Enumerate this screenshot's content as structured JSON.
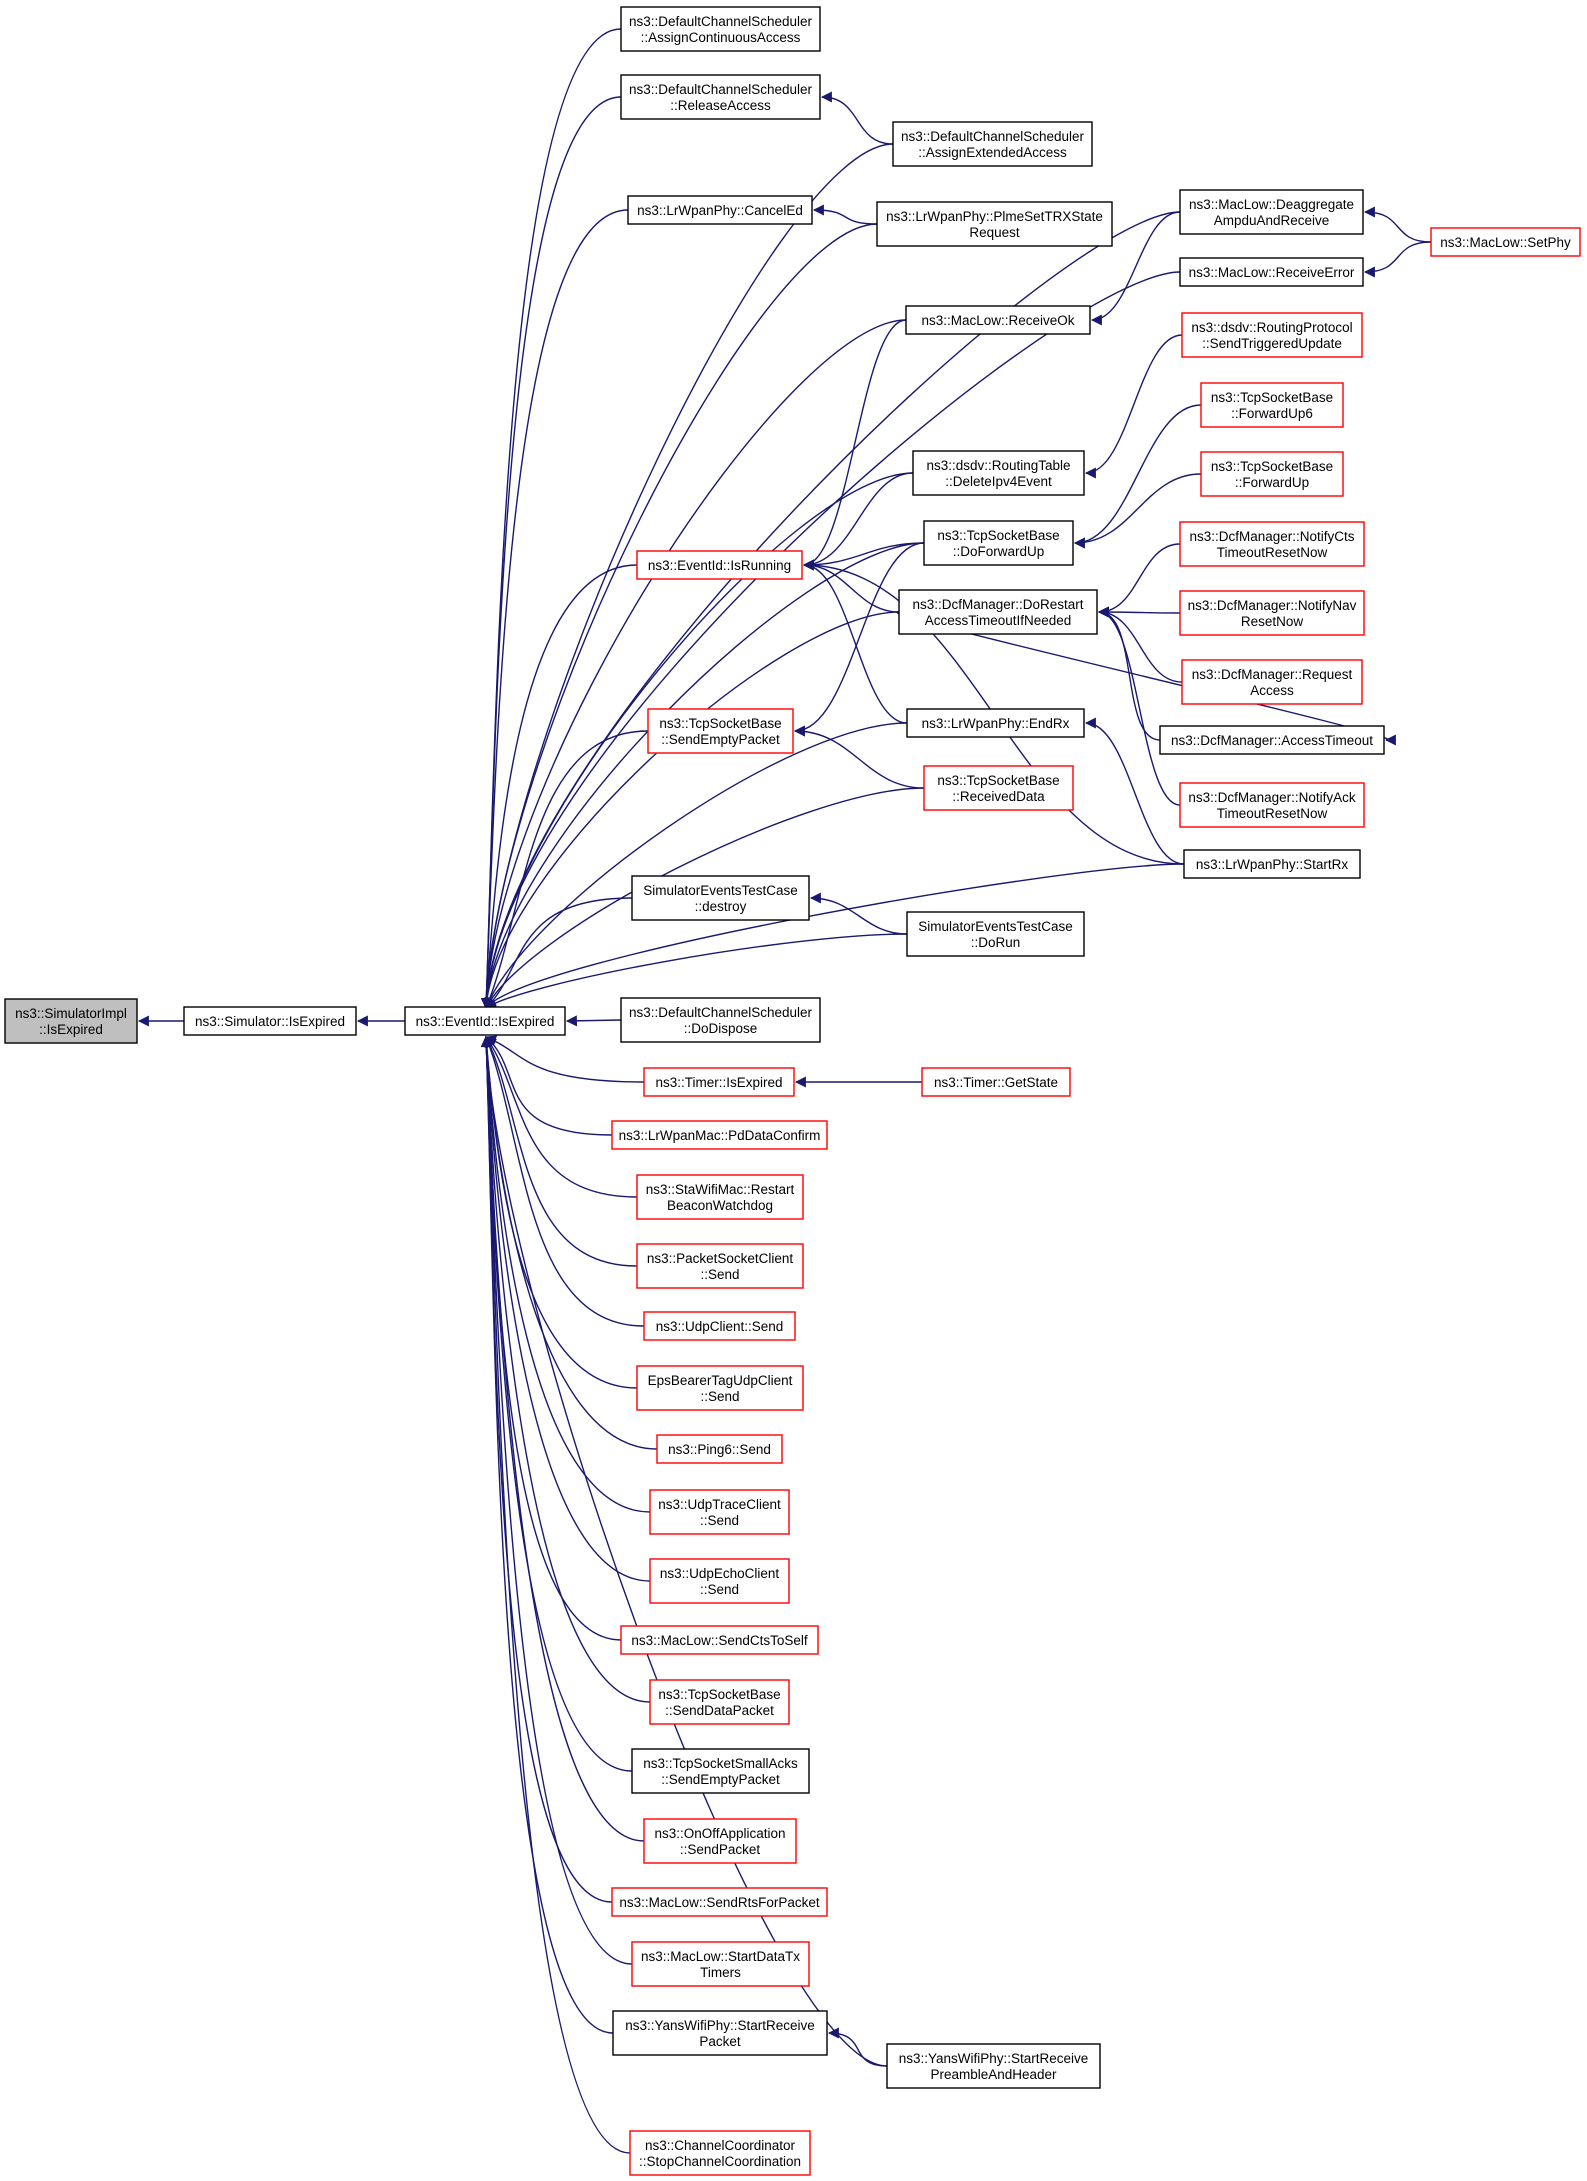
{
  "colors": {
    "edge": "#191970",
    "border_default": "#000000",
    "border_truncated": "#ff0000",
    "root_fill": "#bfbfbf",
    "node_fill": "#ffffff"
  },
  "nodes": [
    {
      "id": "root",
      "lines": [
        "ns3::SimulatorImpl",
        "::IsExpired"
      ],
      "style": "root"
    },
    {
      "id": "sim",
      "lines": [
        "ns3::Simulator::IsExpired"
      ],
      "style": "normal"
    },
    {
      "id": "ev",
      "lines": [
        "ns3::EventId::IsExpired"
      ],
      "style": "normal"
    },
    {
      "id": "dcs_aca",
      "lines": [
        "ns3::DefaultChannelScheduler",
        "::AssignContinuousAccess"
      ],
      "style": "normal"
    },
    {
      "id": "dcs_ra",
      "lines": [
        "ns3::DefaultChannelScheduler",
        "::ReleaseAccess"
      ],
      "style": "normal"
    },
    {
      "id": "dcs_aea",
      "lines": [
        "ns3::DefaultChannelScheduler",
        "::AssignExtendedAccess"
      ],
      "style": "normal"
    },
    {
      "id": "lr_ced",
      "lines": [
        "ns3::LrWpanPhy::CancelEd"
      ],
      "style": "normal"
    },
    {
      "id": "lr_plme",
      "lines": [
        "ns3::LrWpanPhy::PlmeSetTRXState",
        "Request"
      ],
      "style": "normal"
    },
    {
      "id": "ml_dagg",
      "lines": [
        "ns3::MacLow::Deaggregate",
        "AmpduAndReceive"
      ],
      "style": "normal"
    },
    {
      "id": "ml_setphy",
      "lines": [
        "ns3::MacLow::SetPhy"
      ],
      "style": "trunc"
    },
    {
      "id": "ml_rerr",
      "lines": [
        "ns3::MacLow::ReceiveError"
      ],
      "style": "normal"
    },
    {
      "id": "dsdv_stu",
      "lines": [
        "ns3::dsdv::RoutingProtocol",
        "::SendTriggeredUpdate"
      ],
      "style": "trunc"
    },
    {
      "id": "ml_rok",
      "lines": [
        "ns3::MacLow::ReceiveOk"
      ],
      "style": "normal"
    },
    {
      "id": "tcp_fu6",
      "lines": [
        "ns3::TcpSocketBase",
        "::ForwardUp6"
      ],
      "style": "trunc"
    },
    {
      "id": "dsdv_del",
      "lines": [
        "ns3::dsdv::RoutingTable",
        "::DeleteIpv4Event"
      ],
      "style": "normal"
    },
    {
      "id": "tcp_fu",
      "lines": [
        "ns3::TcpSocketBase",
        "::ForwardUp"
      ],
      "style": "trunc"
    },
    {
      "id": "tcp_dfu",
      "lines": [
        "ns3::TcpSocketBase",
        "::DoForwardUp"
      ],
      "style": "normal"
    },
    {
      "id": "dcf_ncts",
      "lines": [
        "ns3::DcfManager::NotifyCts",
        "TimeoutResetNow"
      ],
      "style": "trunc"
    },
    {
      "id": "ev_run",
      "lines": [
        "ns3::EventId::IsRunning"
      ],
      "style": "trunc"
    },
    {
      "id": "dcf_dor",
      "lines": [
        "ns3::DcfManager::DoRestart",
        "AccessTimeoutIfNeeded"
      ],
      "style": "normal"
    },
    {
      "id": "dcf_nnav",
      "lines": [
        "ns3::DcfManager::NotifyNav",
        "ResetNow"
      ],
      "style": "trunc"
    },
    {
      "id": "dcf_req",
      "lines": [
        "ns3::DcfManager::Request",
        "Access"
      ],
      "style": "trunc"
    },
    {
      "id": "tcp_sep",
      "lines": [
        "ns3::TcpSocketBase",
        "::SendEmptyPacket"
      ],
      "style": "trunc"
    },
    {
      "id": "lr_endrx",
      "lines": [
        "ns3::LrWpanPhy::EndRx"
      ],
      "style": "normal"
    },
    {
      "id": "dcf_at",
      "lines": [
        "ns3::DcfManager::AccessTimeout"
      ],
      "style": "normal"
    },
    {
      "id": "tcp_rd",
      "lines": [
        "ns3::TcpSocketBase",
        "::ReceivedData"
      ],
      "style": "trunc"
    },
    {
      "id": "dcf_nack",
      "lines": [
        "ns3::DcfManager::NotifyAck",
        "TimeoutResetNow"
      ],
      "style": "trunc"
    },
    {
      "id": "lr_startrx",
      "lines": [
        "ns3::LrWpanPhy::StartRx"
      ],
      "style": "normal"
    },
    {
      "id": "setc_destroy",
      "lines": [
        "SimulatorEventsTestCase",
        "::destroy"
      ],
      "style": "normal"
    },
    {
      "id": "setc_dorun",
      "lines": [
        "SimulatorEventsTestCase",
        "::DoRun"
      ],
      "style": "normal"
    },
    {
      "id": "dcs_dispose",
      "lines": [
        "ns3::DefaultChannelScheduler",
        "::DoDispose"
      ],
      "style": "normal"
    },
    {
      "id": "timer_ie",
      "lines": [
        "ns3::Timer::IsExpired"
      ],
      "style": "trunc"
    },
    {
      "id": "timer_gs",
      "lines": [
        "ns3::Timer::GetState"
      ],
      "style": "trunc"
    },
    {
      "id": "lrmac_pdc",
      "lines": [
        "ns3::LrWpanMac::PdDataConfirm"
      ],
      "style": "trunc"
    },
    {
      "id": "sta_rbw",
      "lines": [
        "ns3::StaWifiMac::Restart",
        "BeaconWatchdog"
      ],
      "style": "trunc"
    },
    {
      "id": "psc_send",
      "lines": [
        "ns3::PacketSocketClient",
        "::Send"
      ],
      "style": "trunc"
    },
    {
      "id": "udpc_send",
      "lines": [
        "ns3::UdpClient::Send"
      ],
      "style": "trunc"
    },
    {
      "id": "eps_send",
      "lines": [
        "EpsBearerTagUdpClient",
        "::Send"
      ],
      "style": "trunc"
    },
    {
      "id": "ping6_send",
      "lines": [
        "ns3::Ping6::Send"
      ],
      "style": "trunc"
    },
    {
      "id": "udptc_send",
      "lines": [
        "ns3::UdpTraceClient",
        "::Send"
      ],
      "style": "trunc"
    },
    {
      "id": "udpec_send",
      "lines": [
        "ns3::UdpEchoClient",
        "::Send"
      ],
      "style": "trunc"
    },
    {
      "id": "ml_scts",
      "lines": [
        "ns3::MacLow::SendCtsToSelf"
      ],
      "style": "trunc"
    },
    {
      "id": "tcp_sdp",
      "lines": [
        "ns3::TcpSocketBase",
        "::SendDataPacket"
      ],
      "style": "trunc"
    },
    {
      "id": "tcpsa_sep",
      "lines": [
        "ns3::TcpSocketSmallAcks",
        "::SendEmptyPacket"
      ],
      "style": "normal"
    },
    {
      "id": "onoff_sp",
      "lines": [
        "ns3::OnOffApplication",
        "::SendPacket"
      ],
      "style": "trunc"
    },
    {
      "id": "ml_srts",
      "lines": [
        "ns3::MacLow::SendRtsForPacket"
      ],
      "style": "trunc"
    },
    {
      "id": "ml_sdtt",
      "lines": [
        "ns3::MacLow::StartDataTx",
        "Timers"
      ],
      "style": "trunc"
    },
    {
      "id": "yans_srp",
      "lines": [
        "ns3::YansWifiPhy::StartReceive",
        "Packet"
      ],
      "style": "normal"
    },
    {
      "id": "yans_srph",
      "lines": [
        "ns3::YansWifiPhy::StartReceive",
        "PreambleAndHeader"
      ],
      "style": "normal"
    },
    {
      "id": "cc_scc",
      "lines": [
        "ns3::ChannelCoordinator",
        "::StopChannelCoordination"
      ],
      "style": "trunc"
    }
  ]
}
